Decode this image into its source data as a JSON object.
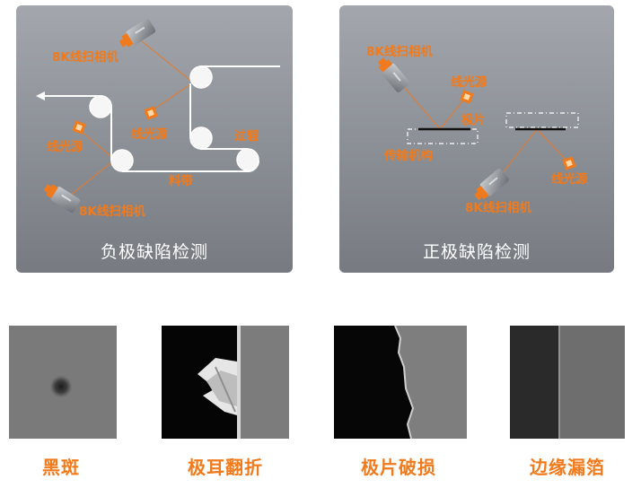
{
  "panels": {
    "negative": {
      "caption": "负极缺陷检测",
      "labels": {
        "camera_top": "8K线扫相机",
        "light_center": "线光源",
        "light_left": "线光源",
        "roller": "过辊",
        "belt": "料带",
        "camera_bottom": "8K线扫相机"
      }
    },
    "positive": {
      "caption": "正极缺陷检测",
      "labels": {
        "camera_top": "8K线扫相机",
        "light_top": "线光源",
        "electrode": "极片",
        "conveyor": "传输机构",
        "light_bottom": "线光源",
        "camera_bottom": "8K线扫相机"
      }
    }
  },
  "samples": [
    {
      "label": "黑斑"
    },
    {
      "label": "极耳翻折"
    },
    {
      "label": "极片破损"
    },
    {
      "label": "边缘漏箔"
    }
  ],
  "colors": {
    "accent": "#f07a1c",
    "panel_top": "#a3a7ad",
    "panel_bottom": "#777b81"
  },
  "icons": [
    "line-scan-camera-icon",
    "line-light-source-icon",
    "roller-icon",
    "arrow-left-icon"
  ]
}
